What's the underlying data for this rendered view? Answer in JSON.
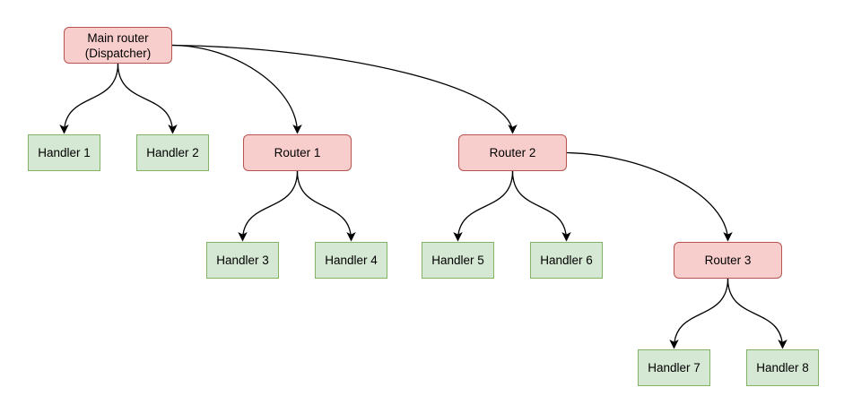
{
  "colors": {
    "background": "#ffffff",
    "router_fill": "#f8cecc",
    "router_border": "#b85450",
    "handler_fill": "#d5e8d4",
    "handler_border": "#82b366",
    "edge": "#000000",
    "text": "#000000"
  },
  "diagram": {
    "nodes": [
      {
        "id": "main-router",
        "type": "router",
        "label": "Main router\n(Dispatcher)"
      },
      {
        "id": "handler-1",
        "type": "handler",
        "label": "Handler 1"
      },
      {
        "id": "handler-2",
        "type": "handler",
        "label": "Handler 2"
      },
      {
        "id": "router-1",
        "type": "router",
        "label": "Router 1"
      },
      {
        "id": "router-2",
        "type": "router",
        "label": "Router 2"
      },
      {
        "id": "handler-3",
        "type": "handler",
        "label": "Handler 3"
      },
      {
        "id": "handler-4",
        "type": "handler",
        "label": "Handler 4"
      },
      {
        "id": "handler-5",
        "type": "handler",
        "label": "Handler 5"
      },
      {
        "id": "handler-6",
        "type": "handler",
        "label": "Handler 6"
      },
      {
        "id": "router-3",
        "type": "router",
        "label": "Router 3"
      },
      {
        "id": "handler-7",
        "type": "handler",
        "label": "Handler 7"
      },
      {
        "id": "handler-8",
        "type": "handler",
        "label": "Handler 8"
      }
    ],
    "edges": [
      {
        "from": "main-router",
        "to": "handler-1"
      },
      {
        "from": "main-router",
        "to": "handler-2"
      },
      {
        "from": "main-router",
        "to": "router-1"
      },
      {
        "from": "main-router",
        "to": "router-2"
      },
      {
        "from": "router-1",
        "to": "handler-3"
      },
      {
        "from": "router-1",
        "to": "handler-4"
      },
      {
        "from": "router-2",
        "to": "handler-5"
      },
      {
        "from": "router-2",
        "to": "handler-6"
      },
      {
        "from": "router-2",
        "to": "router-3"
      },
      {
        "from": "router-3",
        "to": "handler-7"
      },
      {
        "from": "router-3",
        "to": "handler-8"
      }
    ]
  }
}
